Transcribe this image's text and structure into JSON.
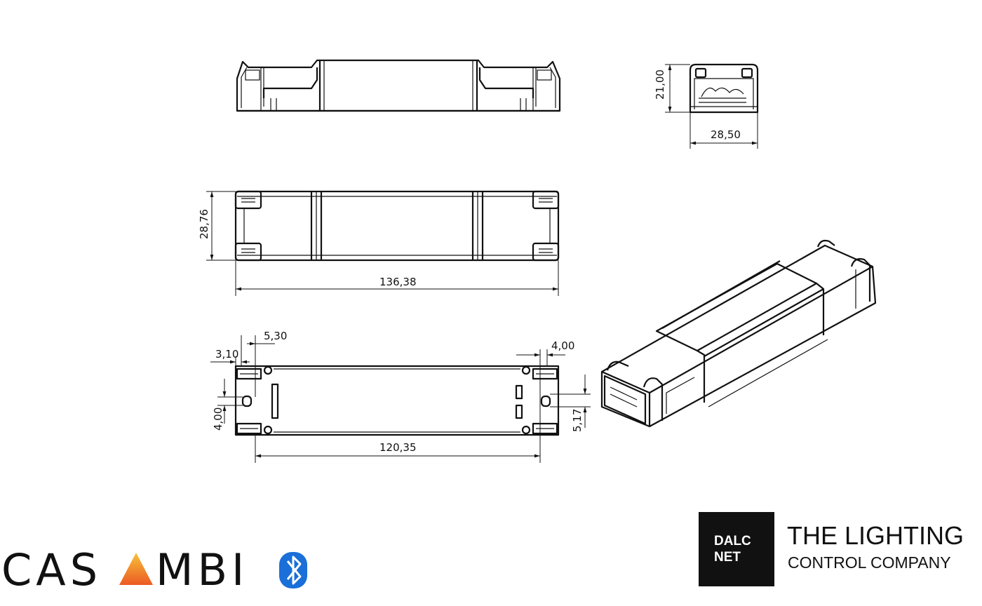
{
  "dimensions": {
    "front_height": "21,00",
    "front_width": "28,50",
    "top_width": "28,76",
    "top_length": "136,38",
    "bottom_5_30": "5,30",
    "bottom_3_10": "3,10",
    "bottom_4_00_right": "4,00",
    "bottom_4_00_left": "4,00",
    "bottom_5_17": "5,17",
    "bottom_hole_spacing": "120,35"
  },
  "logos": {
    "casambi": "CASAMBI",
    "casambi_a": "A",
    "bluetooth_icon": "bluetooth-icon",
    "dalc_line1": "DALC",
    "dalc_line2": "NET",
    "tagline_line1": "THE LIGHTING",
    "tagline_line2": "CONTROL COMPANY"
  },
  "colors": {
    "casambi_a_top": "#f7c23a",
    "casambi_a_bottom": "#ec5a24",
    "bluetooth": "#1a6fd8",
    "dalcnet_box": "#111111"
  }
}
